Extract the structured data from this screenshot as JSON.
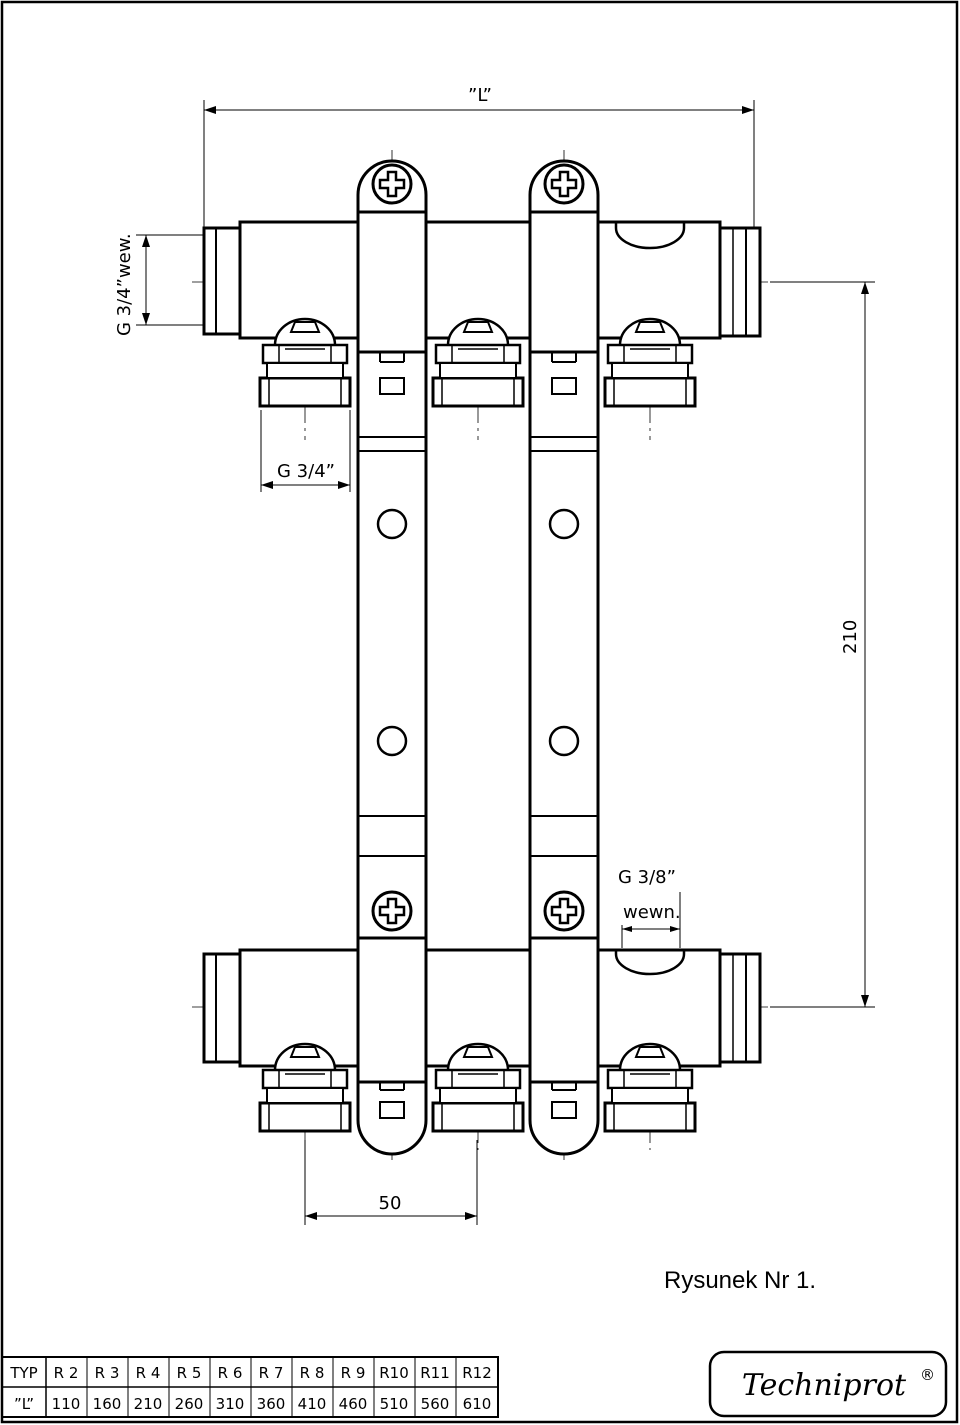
{
  "dimensions": {
    "length": "”L”",
    "inlet_thread_left": "G 3/4”wew.",
    "outlet_thread": "G 3/4”",
    "height": "210",
    "vent_thread": "G 3/8”",
    "vent_thread_note": "wewn.",
    "spacing": "50"
  },
  "caption": "Rysunek Nr 1.",
  "table": {
    "header_label": "TYP",
    "row_label": "”L”",
    "types": [
      "R 2",
      "R 3",
      "R 4",
      "R 5",
      "R 6",
      "R 7",
      "R 8",
      "R 9",
      "R10",
      "R11",
      "R12"
    ],
    "lengths": [
      "110",
      "160",
      "210",
      "260",
      "310",
      "360",
      "410",
      "460",
      "510",
      "560",
      "610"
    ]
  },
  "brand": {
    "name": "Techniprot",
    "mark": "®"
  }
}
